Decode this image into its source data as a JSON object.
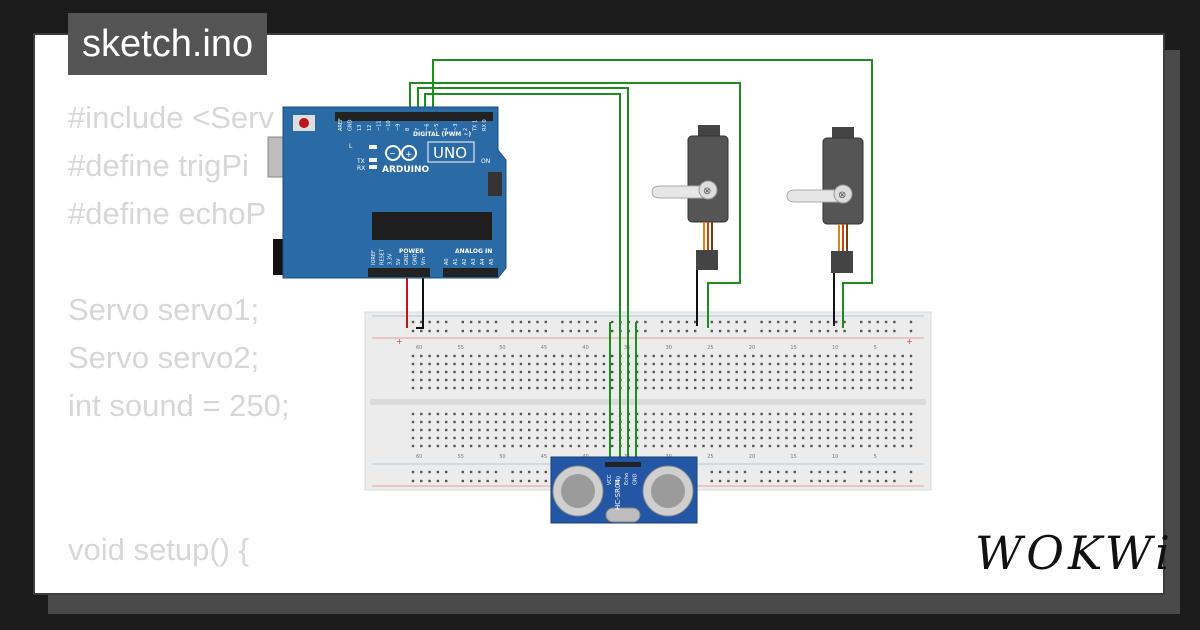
{
  "tab": {
    "filename": "sketch.ino"
  },
  "code_lines": [
    {
      "text": "#include <Serv"
    },
    {
      "text": "#define trigPi"
    },
    {
      "text": "#define echoP"
    },
    {
      "text": ""
    },
    {
      "text": "Servo servo1;"
    },
    {
      "text": "Servo servo2;"
    },
    {
      "text": "int sound = 250;"
    },
    {
      "text": ""
    },
    {
      "text": ""
    },
    {
      "text": "void setup() {"
    }
  ],
  "brand": {
    "logo": "WOKWi"
  },
  "arduino": {
    "model": "UNO",
    "brand": "ARDUINO",
    "digital_header": "DIGITAL (PWM ~)",
    "power_header": "POWER",
    "analog_header": "ANALOG IN",
    "led_l": "L",
    "led_tx": "TX",
    "led_rx": "RX",
    "on_label": "ON",
    "top_pins": [
      "AREF",
      "GND",
      "13",
      "12",
      "~11",
      "~10",
      "~9",
      "8",
      "7",
      "~6",
      "~5",
      "4",
      "~3",
      "2",
      "TX 1",
      "RX 0"
    ],
    "power_pins": [
      "IOREF",
      "RESET",
      "3.3V",
      "5V",
      "GND",
      "GND",
      "Vin"
    ],
    "analog_pins": [
      "A0",
      "A1",
      "A2",
      "A3",
      "A4",
      "A5"
    ]
  },
  "breadboard": {
    "column_numbers": [
      "60",
      "55",
      "50",
      "45",
      "40",
      "35",
      "30",
      "25",
      "20",
      "15",
      "10",
      "5"
    ]
  },
  "sensor": {
    "model": "HC-SR04",
    "pins": [
      "VCC",
      "Trig",
      "Echo",
      "GND"
    ]
  },
  "colors": {
    "wire_green": "#1e8c1e",
    "wire_red": "#d01010",
    "wire_black": "#111111",
    "arduino_blue": "#2a6aa5",
    "sensor_blue": "#2456a6"
  }
}
